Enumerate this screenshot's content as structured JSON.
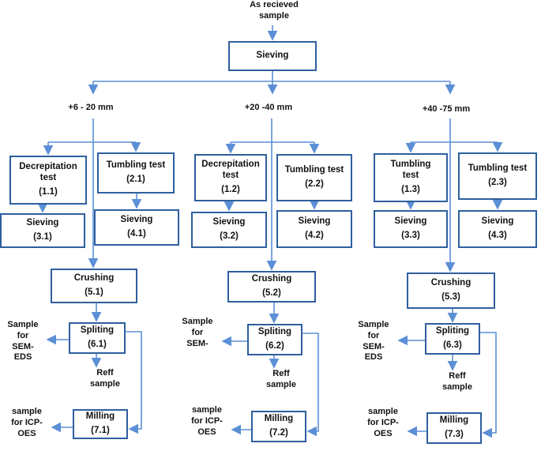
{
  "start_label": "As recieved\nsample",
  "sieving_main": "Sieving",
  "fractions": [
    {
      "range": "+6 - 20 mm",
      "decrep": {
        "title": "Decrepitation\ntest",
        "code": "(1.1)"
      },
      "tumble": {
        "title": "Tumbling test",
        "code": "(2.1)"
      },
      "sieve_a": {
        "title": "Sieving",
        "code": "(3.1)"
      },
      "sieve_b": {
        "title": "Sieving",
        "code": "(4.1)"
      },
      "crush": {
        "title": "Crushing",
        "code": "(5.1)"
      },
      "split": {
        "title": "Spliting",
        "code": "(6.1)"
      },
      "mill": {
        "title": "Milling",
        "code": "(7.1)"
      },
      "sem": "Sample\nfor\nSEM-\nEDS",
      "reff": "Reff\nsample",
      "icp": "sample\nfor ICP-\nOES"
    },
    {
      "range": "+20 -40 mm",
      "decrep": {
        "title": "Decrepitation\ntest",
        "code": "(1.2)"
      },
      "tumble": {
        "title": "Tumbling test",
        "code": "(2.2)"
      },
      "sieve_a": {
        "title": "Sieving",
        "code": "(3.2)"
      },
      "sieve_b": {
        "title": "Sieving",
        "code": "(4.2)"
      },
      "crush": {
        "title": "Crushing",
        "code": "(5.2)"
      },
      "split": {
        "title": "Spliting",
        "code": "(6.2)"
      },
      "mill": {
        "title": "Milling",
        "code": "(7.2)"
      },
      "sem": "Sample\nfor\nSEM-",
      "reff": "Reff\nsample",
      "icp": "sample\nfor ICP-\nOES"
    },
    {
      "range": "+40 -75 mm",
      "decrep": {
        "title": "Tumbling\ntest",
        "code": "(1.3)"
      },
      "tumble": {
        "title": "Tumbling test",
        "code": "(2.3)"
      },
      "sieve_a": {
        "title": "Sieving",
        "code": "(3.3)"
      },
      "sieve_b": {
        "title": "Sieving",
        "code": "(4.3)"
      },
      "crush": {
        "title": "Crushing",
        "code": "(5.3)"
      },
      "split": {
        "title": "Spliting",
        "code": "(6.3)"
      },
      "mill": {
        "title": "Milling",
        "code": "(7.3)"
      },
      "sem": "Sample\nfor\nSEM-\nEDS",
      "reff": "Reff\nsample",
      "icp": "sample\nfor ICP-\nOES"
    }
  ],
  "colors": {
    "line": "#5b8fd6",
    "border": "#2e5f9e"
  }
}
